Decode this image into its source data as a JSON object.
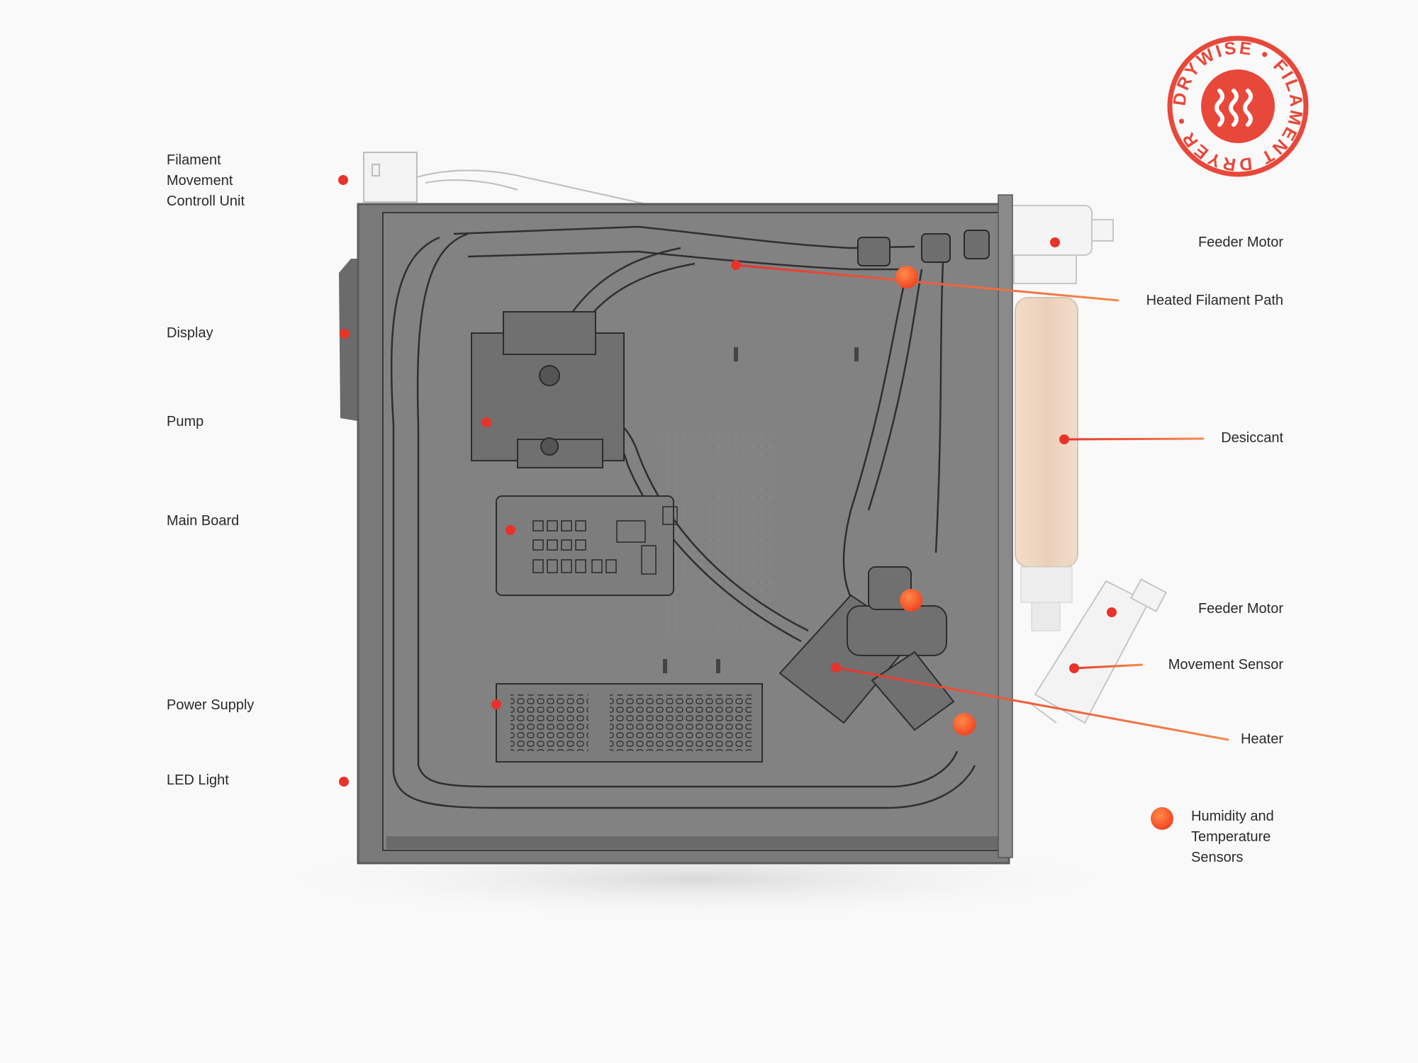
{
  "brand": {
    "ring_text": "DRYWISE • FILAMENT DRYER •",
    "accent_color": "#e8483a",
    "icon": "heat-waves-icon"
  },
  "colors": {
    "leader_start": "#e8332b",
    "leader_end": "#f5894b",
    "dot": "#e8332b",
    "sensor": "#ff5a2a",
    "body": "#777777"
  },
  "labels": {
    "filament_movement_control_unit": "Filament\nMovement\nControll Unit",
    "display": "Display",
    "pump": "Pump",
    "main_board": "Main Board",
    "power_supply": "Power Supply",
    "led_light": "LED Light",
    "feeder_motor_top": "Feeder Motor",
    "heated_filament_path": "Heated Filament Path",
    "desiccant": "Desiccant",
    "feeder_motor_bottom": "Feeder Motor",
    "movement_sensor": "Movement Sensor",
    "heater": "Heater"
  },
  "legend": {
    "sensors_label": "Humidity and\nTemperature\nSensors"
  }
}
